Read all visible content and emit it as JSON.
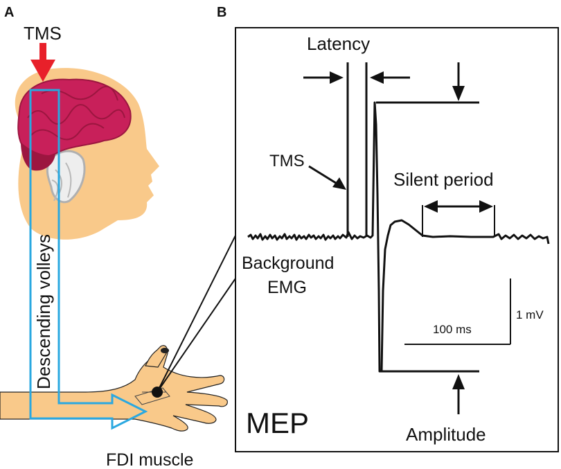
{
  "panels": {
    "a_letter": "A",
    "b_letter": "B"
  },
  "panel_a": {
    "stimulus_label": "TMS",
    "pathway_label": "Descending volleys",
    "muscle_label": "FDI muscle"
  },
  "panel_b": {
    "latency_label": "Latency",
    "tms_label": "TMS",
    "silent_period_label": "Silent period",
    "background_label_line1": "Background",
    "background_label_line2": "EMG",
    "scale_amplitude": "1 mV",
    "scale_time": "100 ms",
    "mep_label": "MEP",
    "amplitude_label": "Amplitude"
  },
  "colors": {
    "arrow_red": "#e8202a",
    "skin": "#f9c98a",
    "brain": "#c8205a",
    "brain_dark": "#9c1640",
    "pathway_blue": "#2aa8e0",
    "ink": "#111111"
  }
}
